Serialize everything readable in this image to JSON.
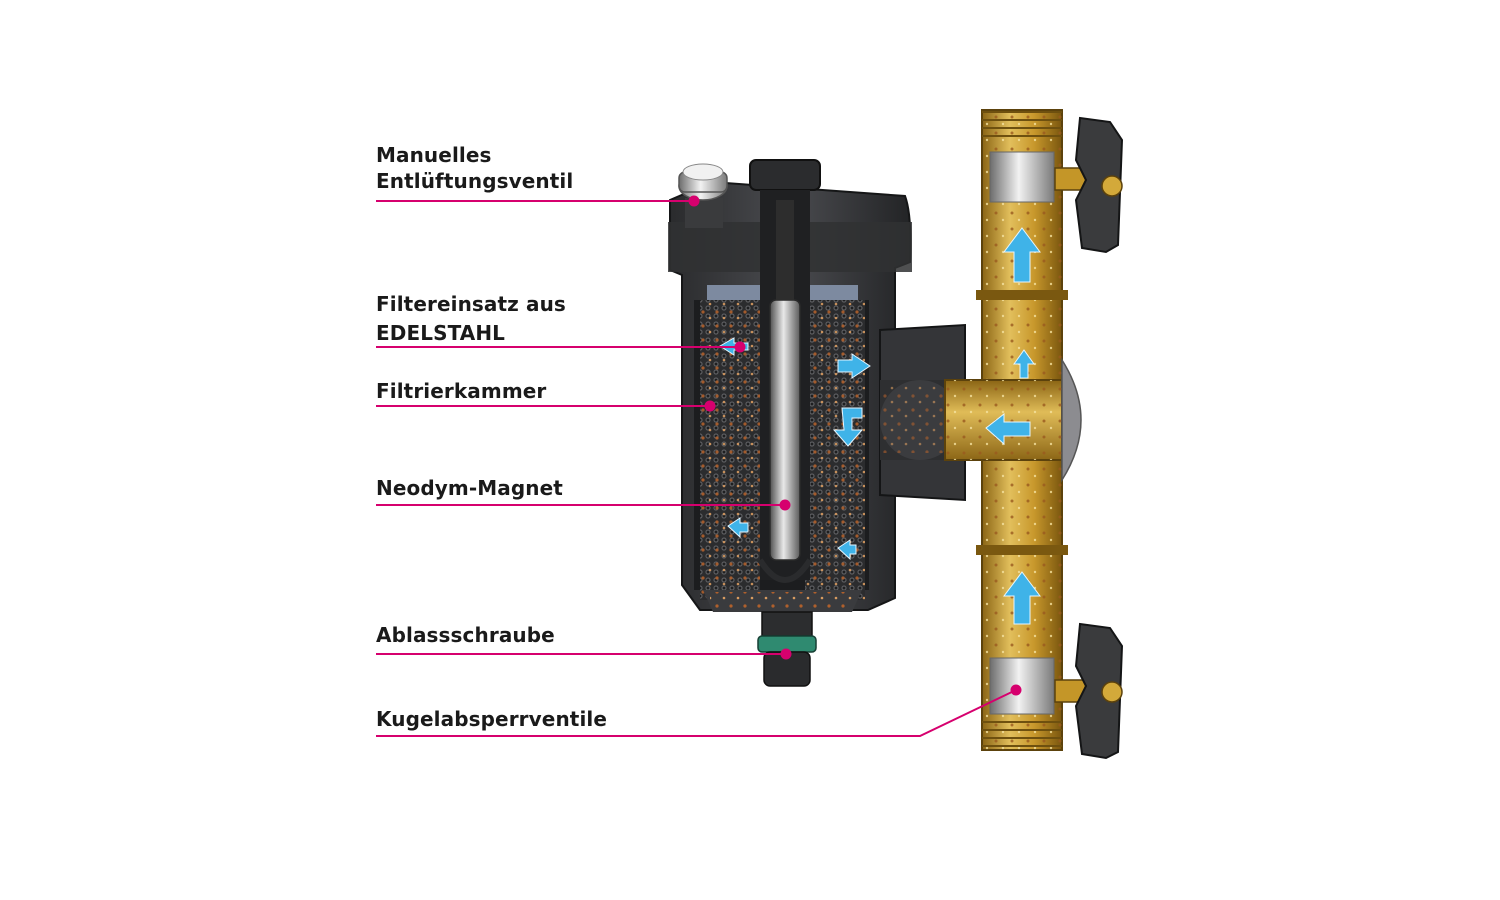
{
  "colors": {
    "leader": "#d6006e",
    "label_text": "#1a1a1a",
    "housing": "#3e3f42",
    "housing_dark": "#1f2022",
    "brass": "#c99a2e",
    "brass_light": "#e8c867",
    "flow_arrow": "#3fb3e8"
  },
  "labels": {
    "bleed_valve": {
      "line1": "Manuelles",
      "line2": "Entlüftungsventil"
    },
    "filter_insert": {
      "line1": "Filtereinsatz aus",
      "line2": "EDELSTAHL"
    },
    "filter_chamber": {
      "line1": "Filtrierkammer"
    },
    "magnet": {
      "line1": "Neodym-Magnet"
    },
    "drain_screw": {
      "line1": "Ablassschraube"
    },
    "ball_valves": {
      "line1": "Kugelabsperrventile"
    }
  },
  "icons": {
    "flow_arrows": "flow-arrow-icon",
    "valve_handle": "wing-handle-icon",
    "leader_dot": "leader-dot-icon"
  }
}
